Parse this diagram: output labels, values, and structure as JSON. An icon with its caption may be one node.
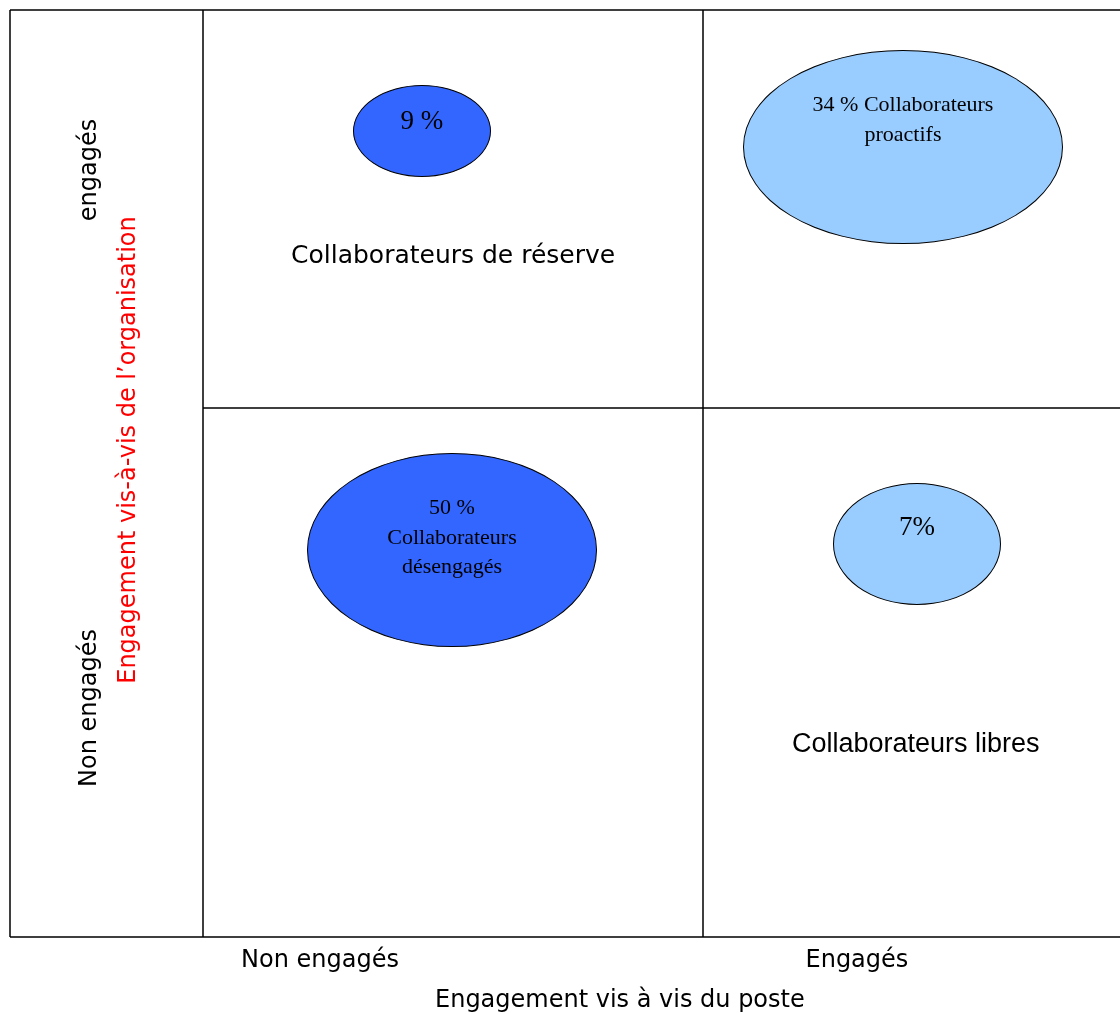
{
  "diagram": {
    "nodes": [
      {
        "text": [
          "9 %"
        ]
      },
      {
        "text": [
          "34 % Collaborateurs proactifs"
        ]
      },
      {
        "text": [
          "50 % Collaborateurs désengagés"
        ]
      },
      {
        "text": [
          "7%"
        ]
      }
    ],
    "labels": [
      "engagés",
      "Engagement vis-à-vis de l’organisation",
      "Collaborateurs de réserve",
      "Non engagés",
      "Collaborateurs libres",
      "Non engagés",
      "Engagés",
      "Engagement vis à vis du poste"
    ]
  }
}
